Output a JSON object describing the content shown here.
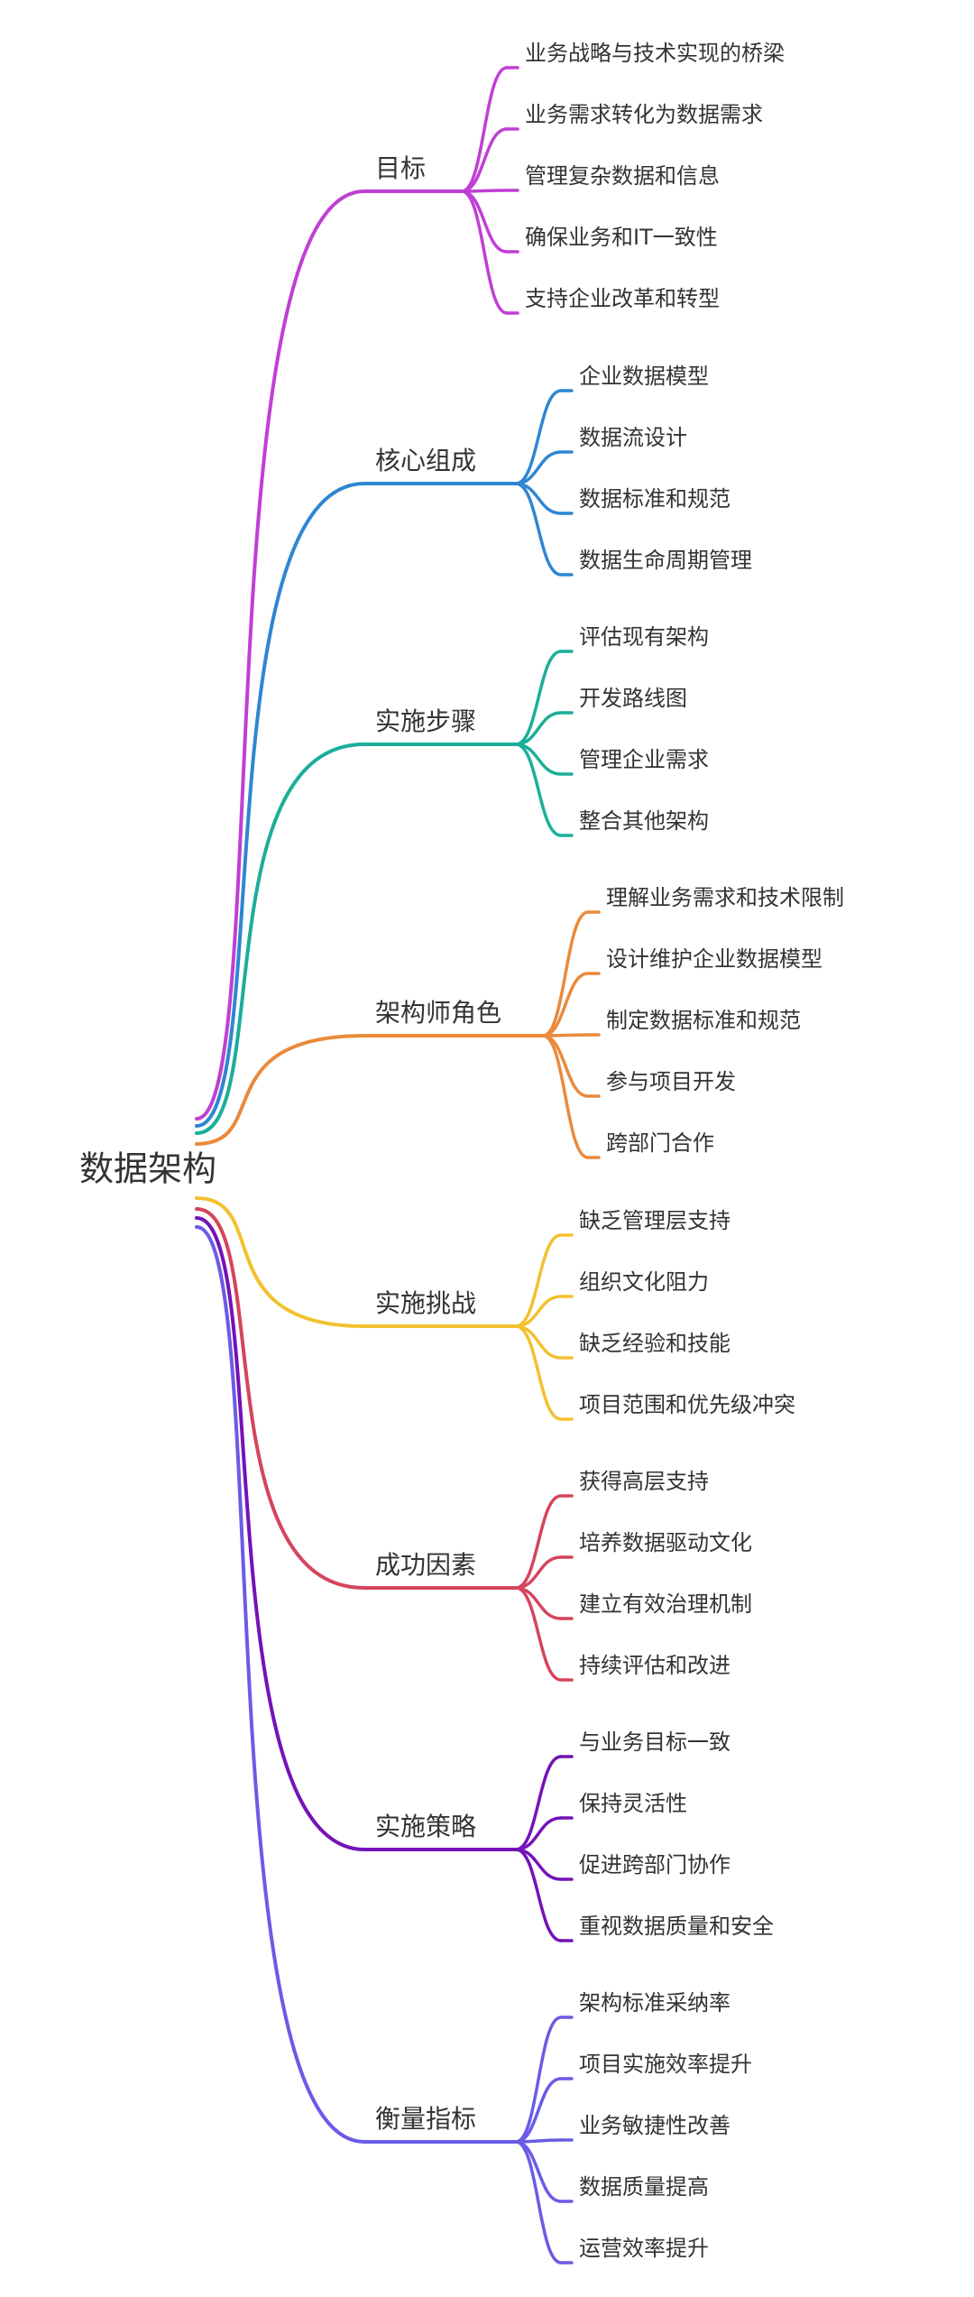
{
  "root": {
    "label": "数据架构"
  },
  "branches": [
    {
      "label": "目标",
      "color": "#C03FD4",
      "children": [
        "业务战略与技术实现的桥梁",
        "业务需求转化为数据需求",
        "管理复杂数据和信息",
        "确保业务和IT一致性",
        "支持企业改革和转型"
      ]
    },
    {
      "label": "核心组成",
      "color": "#2F86D2",
      "children": [
        "企业数据模型",
        "数据流设计",
        "数据标准和规范",
        "数据生命周期管理"
      ]
    },
    {
      "label": "实施步骤",
      "color": "#1BAE9A",
      "children": [
        "评估现有架构",
        "开发路线图",
        "管理企业需求",
        "整合其他架构"
      ]
    },
    {
      "label": "架构师角色",
      "color": "#EA8A3C",
      "children": [
        "理解业务需求和技术限制",
        "设计维护企业数据模型",
        "制定数据标准和规范",
        "参与项目开发",
        "跨部门合作"
      ]
    },
    {
      "label": "实施挑战",
      "color": "#F2C12E",
      "children": [
        "缺乏管理层支持",
        "组织文化阻力",
        "缺乏经验和技能",
        "项目范围和优先级冲突"
      ]
    },
    {
      "label": "成功因素",
      "color": "#D4455C",
      "children": [
        "获得高层支持",
        "培养数据驱动文化",
        "建立有效治理机制",
        "持续评估和改进"
      ]
    },
    {
      "label": "实施策略",
      "color": "#7412B8",
      "children": [
        "与业务目标一致",
        "保持灵活性",
        "促进跨部门协作",
        "重视数据质量和安全"
      ]
    },
    {
      "label": "衡量指标",
      "color": "#6A5BE6",
      "children": [
        "架构标准采纳率",
        "项目实施效率提升",
        "业务敏捷性改善",
        "数据质量提高",
        "运营效率提升"
      ]
    }
  ]
}
